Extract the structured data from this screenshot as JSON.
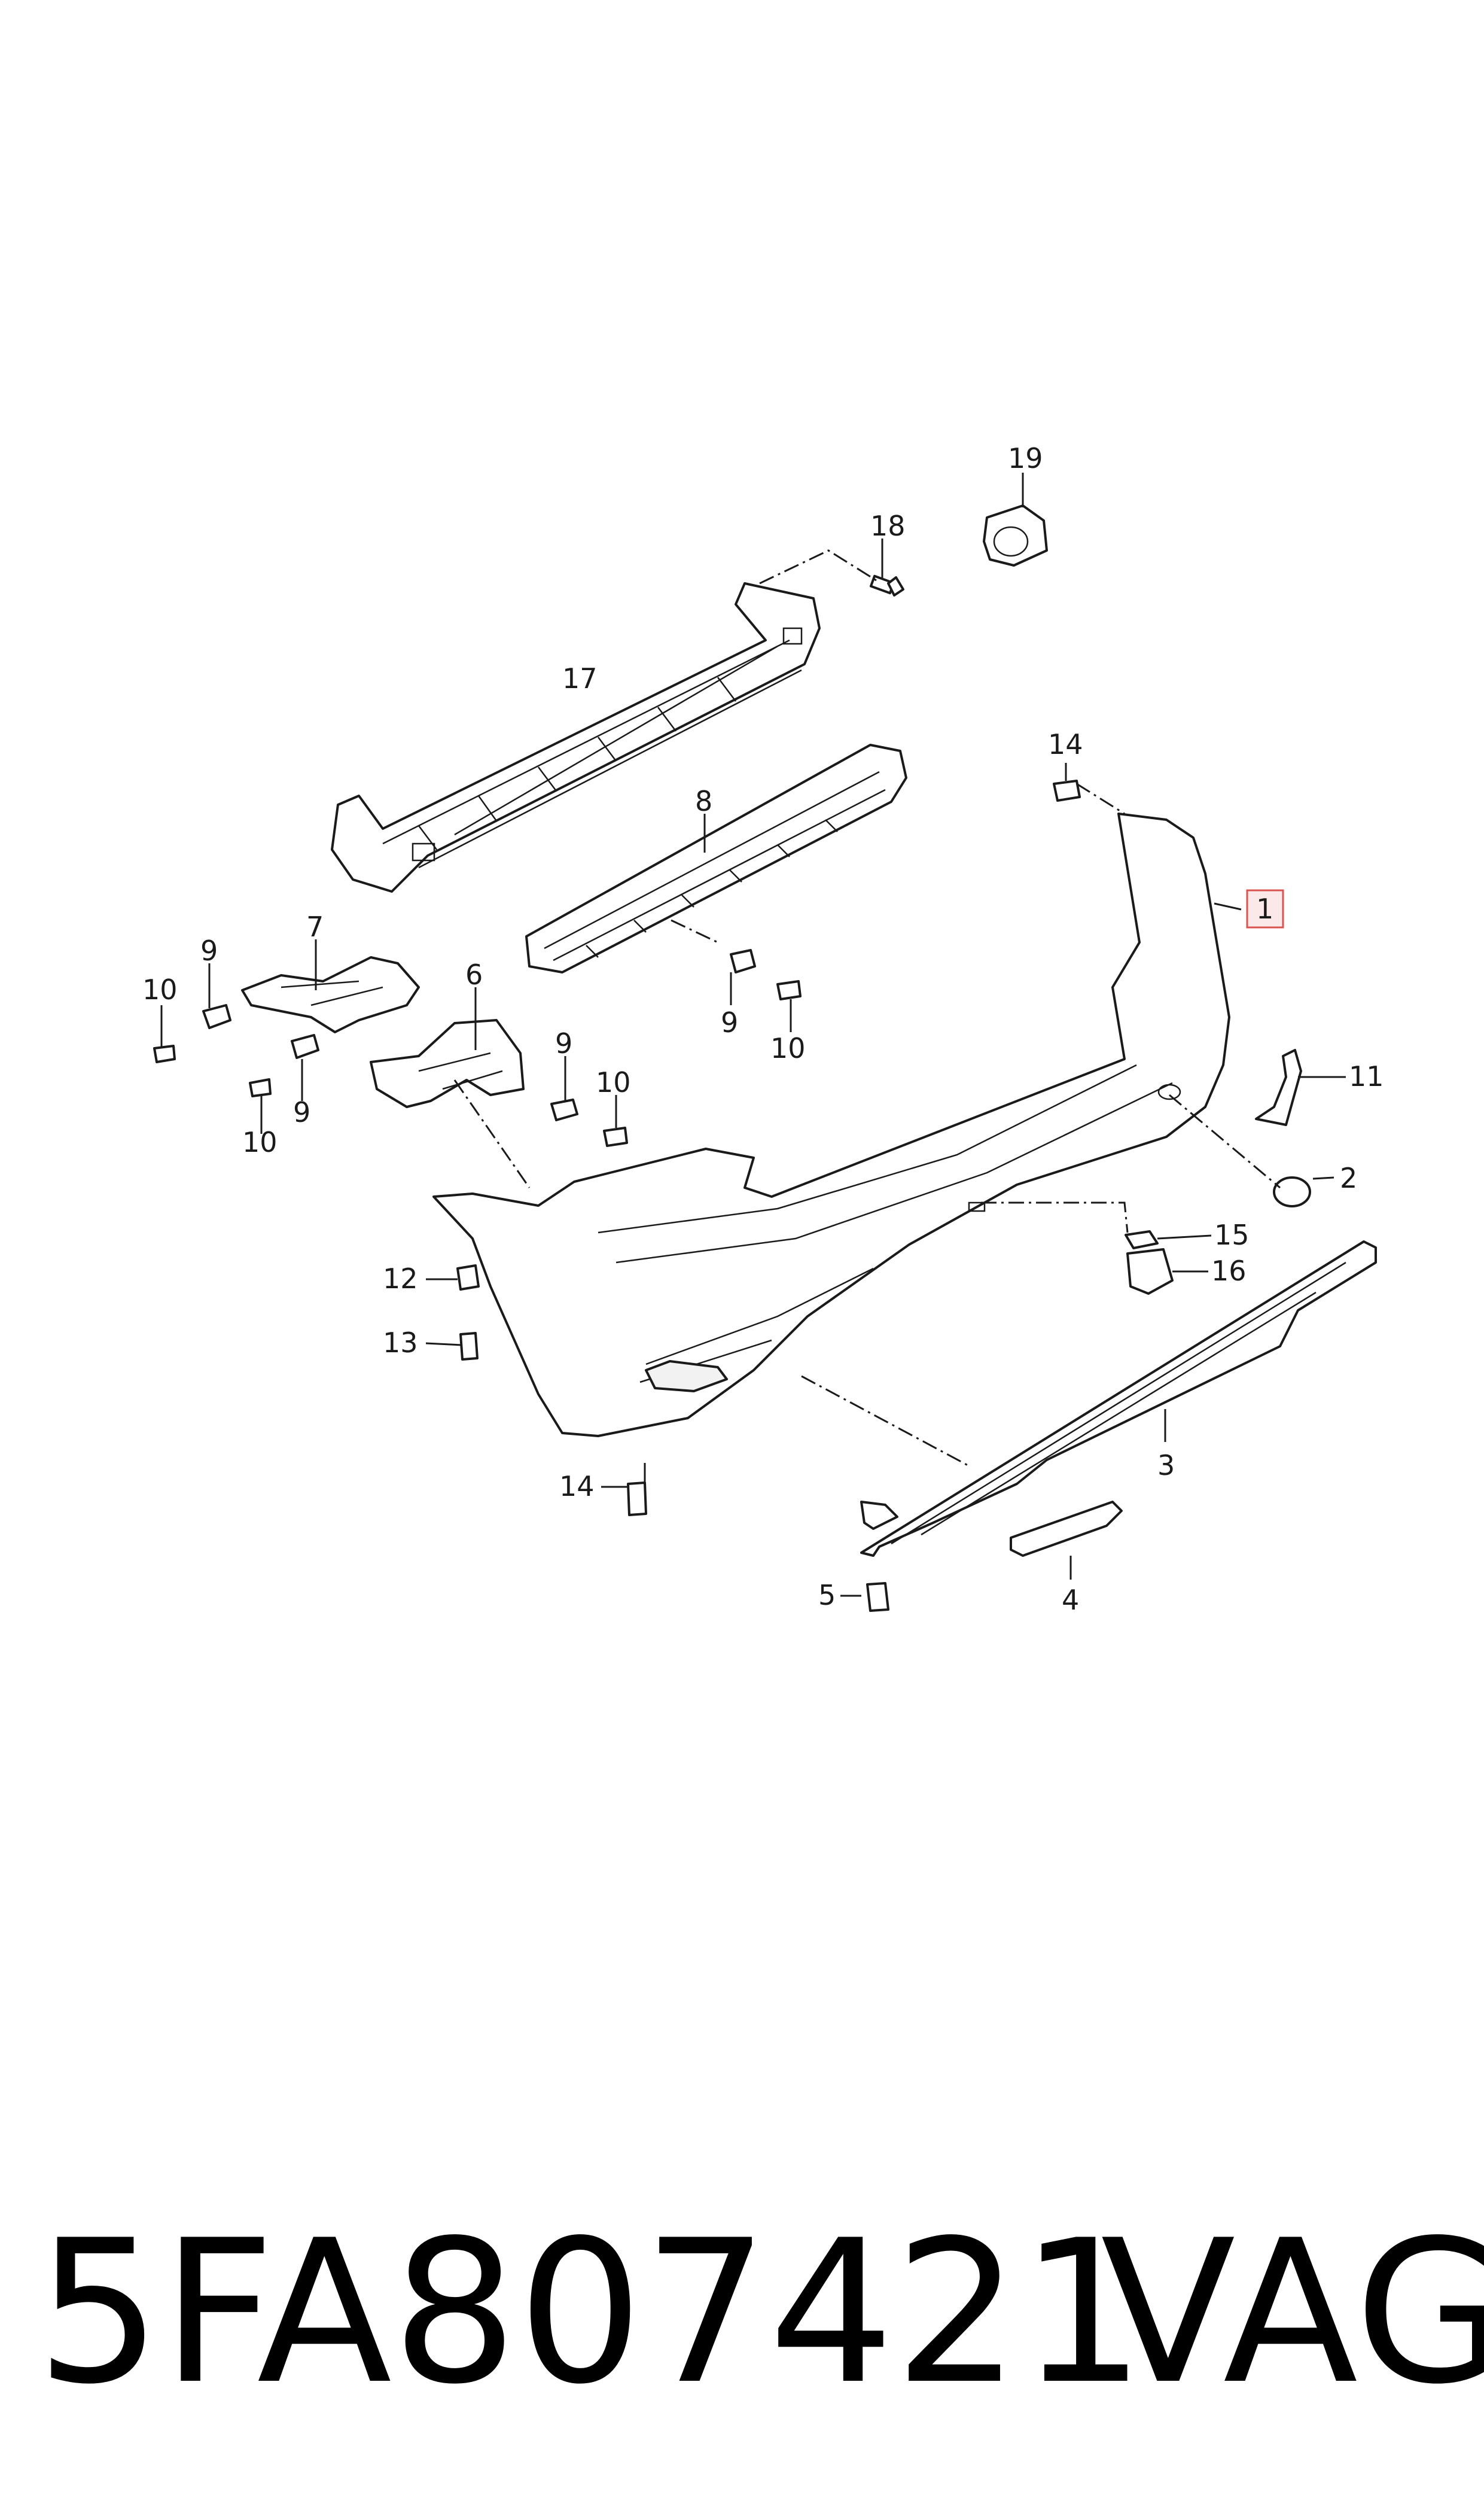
{
  "callouts": {
    "c1": "1",
    "c2": "2",
    "c3": "3",
    "c4": "4",
    "c5": "5",
    "c6": "6",
    "c7": "7",
    "c8": "8",
    "c9": "9",
    "c10": "10",
    "c11": "11",
    "c12": "12",
    "c13": "13",
    "c14": "14",
    "c15": "15",
    "c16": "16",
    "c17": "17",
    "c18": "18",
    "c19": "19"
  },
  "caption": {
    "part_number": "5FA807421",
    "brand": "VAG"
  },
  "highlight_color": "#d9534f"
}
